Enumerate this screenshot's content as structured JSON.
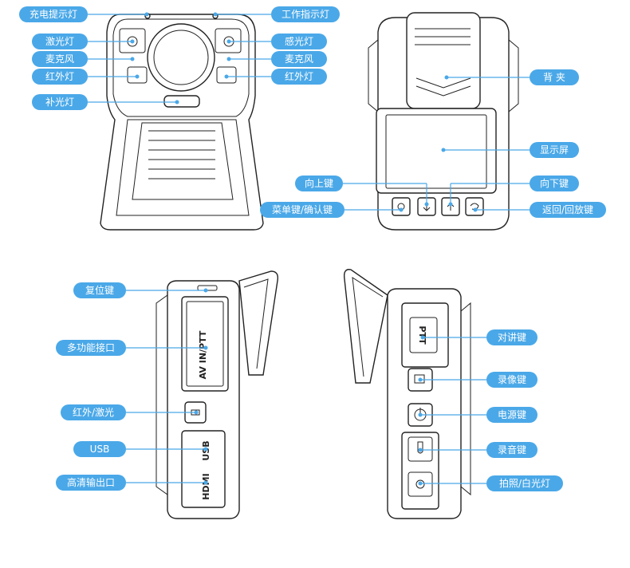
{
  "front_view": {
    "charge_indicator": "充电提示灯",
    "laser_left": "激光灯",
    "mic_left": "麦克风",
    "ir_left": "红外灯",
    "fill_light": "补光灯",
    "work_indicator": "工作指示灯",
    "light_sensor": "感光灯",
    "mic_right": "麦克风",
    "ir_right": "红外灯"
  },
  "back_view": {
    "clip": "背  夹",
    "screen": "显示屏",
    "up_key": "向上键",
    "down_key": "向下键",
    "menu_key": "菜单键/确认键",
    "return_key": "返回/回放键"
  },
  "left_side_view": {
    "reset_key": "复位键",
    "multi_port": "多功能接口",
    "ir_laser": "红外/激光",
    "usb": "USB",
    "hdmi": "高清输出口",
    "port_text_av": "AV IN/PTT",
    "port_text_usb": "USB",
    "port_text_hdmi": "HDMI"
  },
  "right_side_view": {
    "ptt_key": "对讲键",
    "video_key": "录像键",
    "power_key": "电源键",
    "audio_key": "录音键",
    "photo_key": "拍照/白光灯",
    "ptt_text": "PTT"
  }
}
